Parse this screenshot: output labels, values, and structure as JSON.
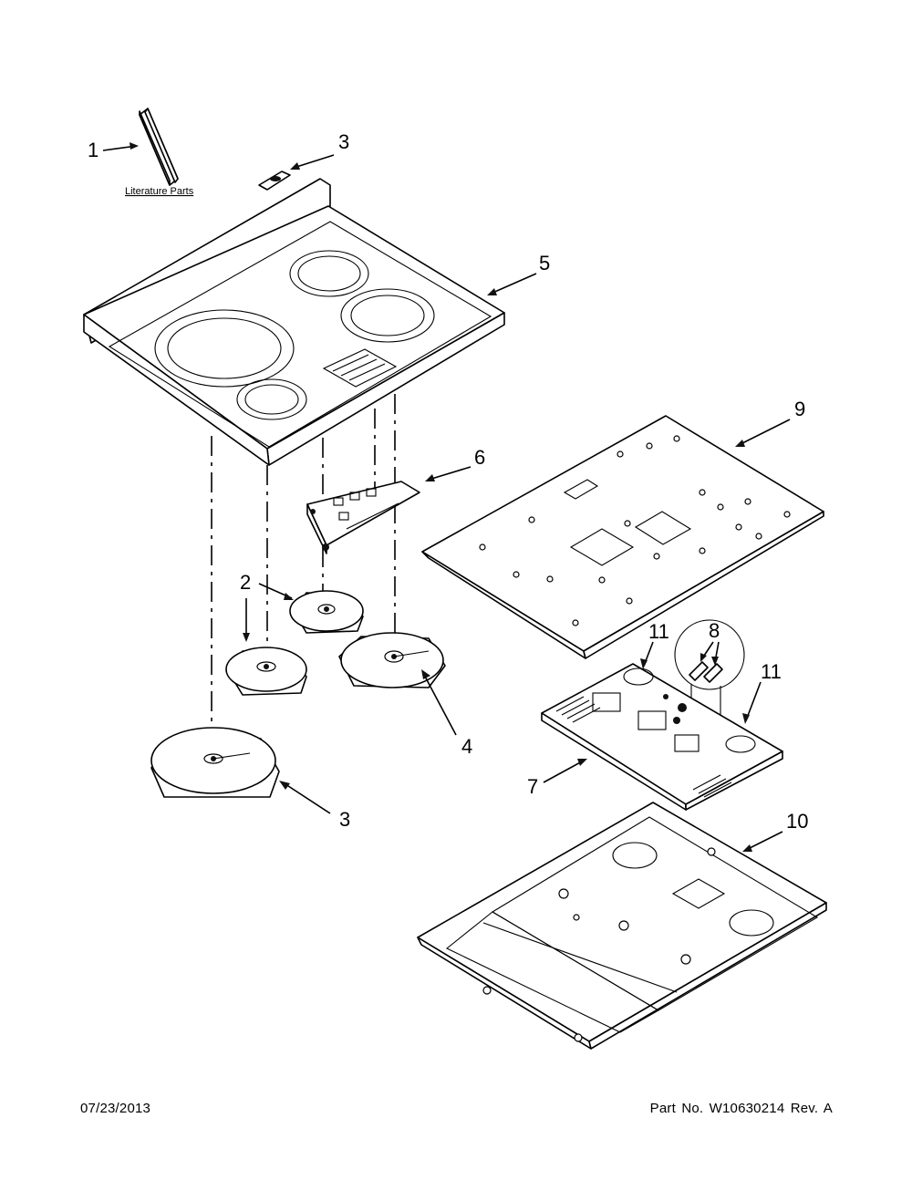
{
  "diagram": {
    "literature_label": "Literature Parts",
    "callouts": {
      "c1": "1",
      "c3_top": "3",
      "c5": "5",
      "c6": "6",
      "c9": "9",
      "c2": "2",
      "c11_left": "11",
      "c8": "8",
      "c11_right": "11",
      "c4": "4",
      "c7": "7",
      "c3_bottom": "3",
      "c10": "10"
    }
  },
  "footer": {
    "date": "07/23/2013",
    "part_number": "Part No.  W10630214  Rev.  A"
  }
}
